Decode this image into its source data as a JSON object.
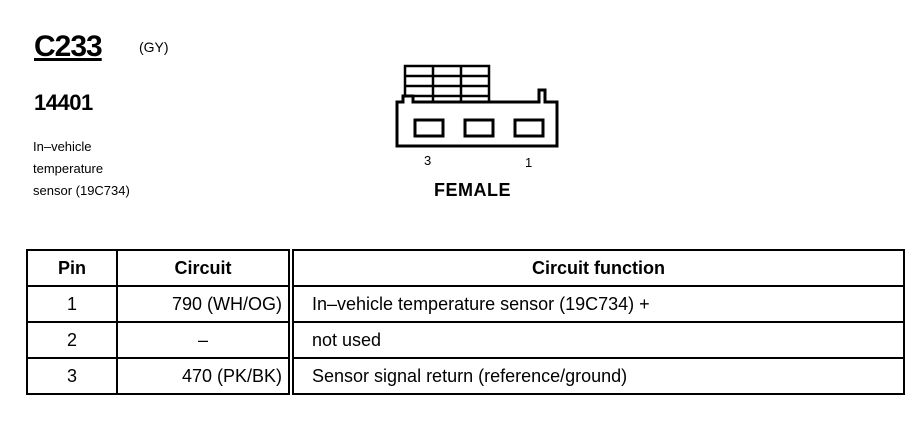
{
  "connector": {
    "id": "C233",
    "color": "(GY)",
    "part_number": "14401",
    "description_lines": [
      "In–vehicle",
      "temperature",
      "sensor (19C734)"
    ],
    "pin_labels": {
      "left": "3",
      "right": "1"
    },
    "gender": "FEMALE"
  },
  "table": {
    "headers": [
      "Pin",
      "Circuit",
      "Circuit function"
    ],
    "rows": [
      {
        "pin": "1",
        "circuit": "790 (WH/OG)",
        "function": "In–vehicle temperature sensor (19C734) +"
      },
      {
        "pin": "2",
        "circuit": "–",
        "function": "not used"
      },
      {
        "pin": "3",
        "circuit": "470 (PK/BK)",
        "function": "Sensor signal return (reference/ground)"
      }
    ]
  }
}
